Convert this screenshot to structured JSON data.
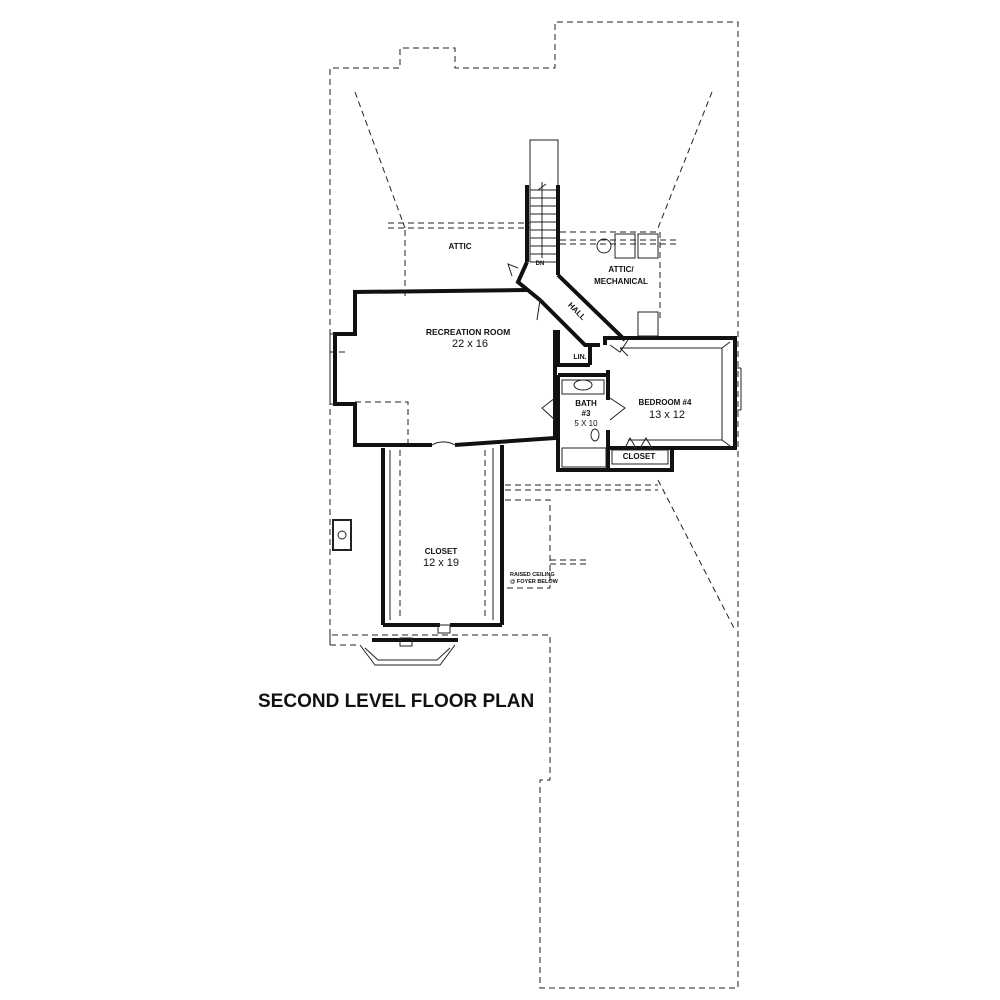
{
  "plan_title": "SECOND LEVEL FLOOR PLAN",
  "rooms": {
    "attic": "ATTIC",
    "attic_mech_1": "ATTIC/",
    "attic_mech_2": "MECHANICAL",
    "hall": "HALL",
    "down": "DN",
    "linen": "LIN.",
    "recreation_name": "RECREATION ROOM",
    "recreation_size": "22 x 16",
    "bedroom_name": "BEDROOM #4",
    "bedroom_size": "13 x 12",
    "bath_name": "BATH",
    "bath_num": "#3",
    "bath_size": "5 X 10",
    "bedroom_closet": "CLOSET",
    "closet_name": "CLOSET",
    "closet_size": "12 x 19"
  },
  "notes": {
    "raised_ceiling_1": "RAISED CEILING",
    "raised_ceiling_2": "@ FOYER BELOW"
  }
}
